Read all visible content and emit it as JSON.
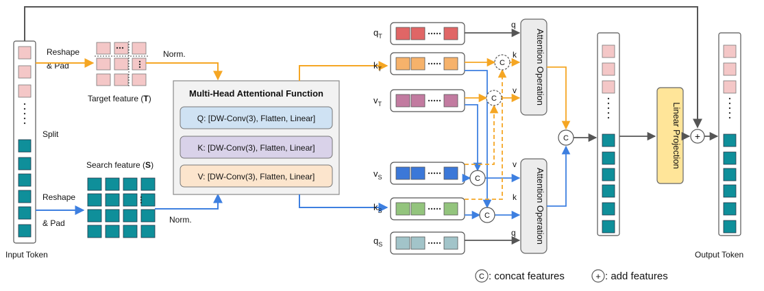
{
  "labels": {
    "input_token": "Input Token",
    "output_token": "Output Token",
    "reshape_top": "Reshape",
    "pad_top": "& Pad",
    "reshape_bottom": "Reshape",
    "pad_bottom": "& Pad",
    "split": "Split",
    "norm_top": "Norm.",
    "norm_bottom": "Norm.",
    "target_feature_prefix": "Target feature (",
    "target_feature_letter": "T",
    "target_feature_suffix": ")",
    "search_feature_prefix": "Search feature (",
    "search_feature_letter": "S",
    "search_feature_suffix": ")"
  },
  "mhaf": {
    "title": "Multi-Head Attentional Function",
    "q": "Q: [DW-Conv(3), Flatten, Linear]",
    "k": "K: [DW-Conv(3), Flatten, Linear]",
    "v": "V: [DW-Conv(3), Flatten, Linear]"
  },
  "tokens": {
    "qT": {
      "base": "q",
      "sub": "T"
    },
    "kT": {
      "base": "k",
      "sub": "T"
    },
    "vT": {
      "base": "v",
      "sub": "T"
    },
    "vS": {
      "base": "v",
      "sub": "S"
    },
    "kS": {
      "base": "k",
      "sub": "S"
    },
    "qS": {
      "base": "q",
      "sub": "S"
    }
  },
  "attn_inputs": {
    "q": "q",
    "k": "k",
    "v": "v"
  },
  "attention_top": "Attention Operation",
  "attention_bottom": "Attention Operation",
  "linear_projection": "Linear Projection",
  "concat_symbol": "C",
  "add_symbol": "+",
  "legend": {
    "concat": ": concat features",
    "add": ": add features"
  },
  "colors": {
    "orange": "#f5a623",
    "blue": "#3d7fe0",
    "gray_arrow": "#555555",
    "pink_token": "#f4c7c7",
    "teal_token": "#0f8f9a",
    "q_T": "#e06666",
    "k_T": "#f6b26b",
    "v_T": "#c27ba0",
    "v_S": "#3c78d8",
    "k_S": "#93c47d",
    "q_S": "#a2c4c9",
    "q_box": "#cfe2f3",
    "k_box": "#d9d2e9",
    "v_box": "#fce5cd",
    "linear_projection": "#ffe599"
  }
}
